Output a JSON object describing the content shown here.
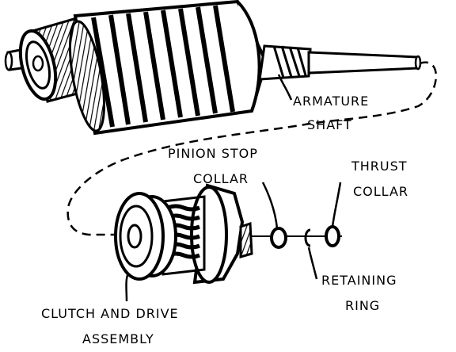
{
  "labels": {
    "armature": "ARMATURE",
    "shaft": "SHAFT",
    "pinion_stop_1": "PINION STOP",
    "pinion_stop_2": "COLLAR",
    "thrust_1": "THRUST",
    "thrust_2": "COLLAR",
    "retaining_1": "RETAINING",
    "retaining_2": "RING",
    "clutch_1": "CLUTCH AND DRIVE",
    "clutch_2": "ASSEMBLY"
  },
  "colors": {
    "ink": "#000000",
    "paper": "#ffffff"
  }
}
